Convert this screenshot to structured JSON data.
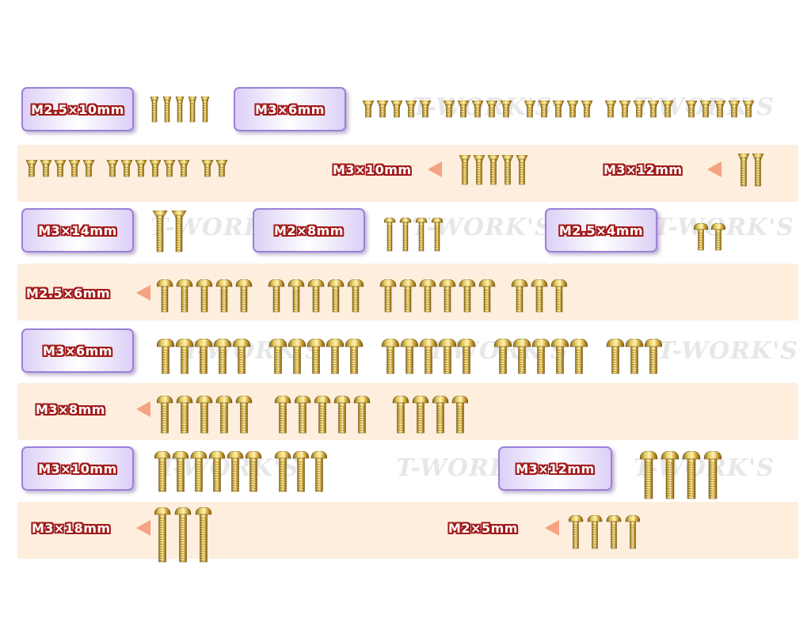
{
  "watermark": "T-WORK'S",
  "colors": {
    "band": "#fdeedd",
    "label_border": "#9b80d8",
    "arrow": "#f4a383",
    "gold": "#d9b341"
  },
  "labels": {
    "m25x10_flat": "M2.5×10mm",
    "m3x6_flat": "M3×6mm",
    "m3x10_flat": "M3×10mm",
    "m3x12_flat": "M3×12mm",
    "m3x14_flat": "M3×14mm",
    "m2x8_round": "M2×8mm",
    "m25x4_round": "M2.5×4mm",
    "m25x6_round": "M2.5×6mm",
    "m3x6_round": "M3×6mm",
    "m3x8_round": "M3×8mm",
    "m3x10_round": "M3×10mm",
    "m3x12_round": "M3×12mm",
    "m3x18_round": "M3×18mm",
    "m2x5_round": "M2×5mm"
  }
}
